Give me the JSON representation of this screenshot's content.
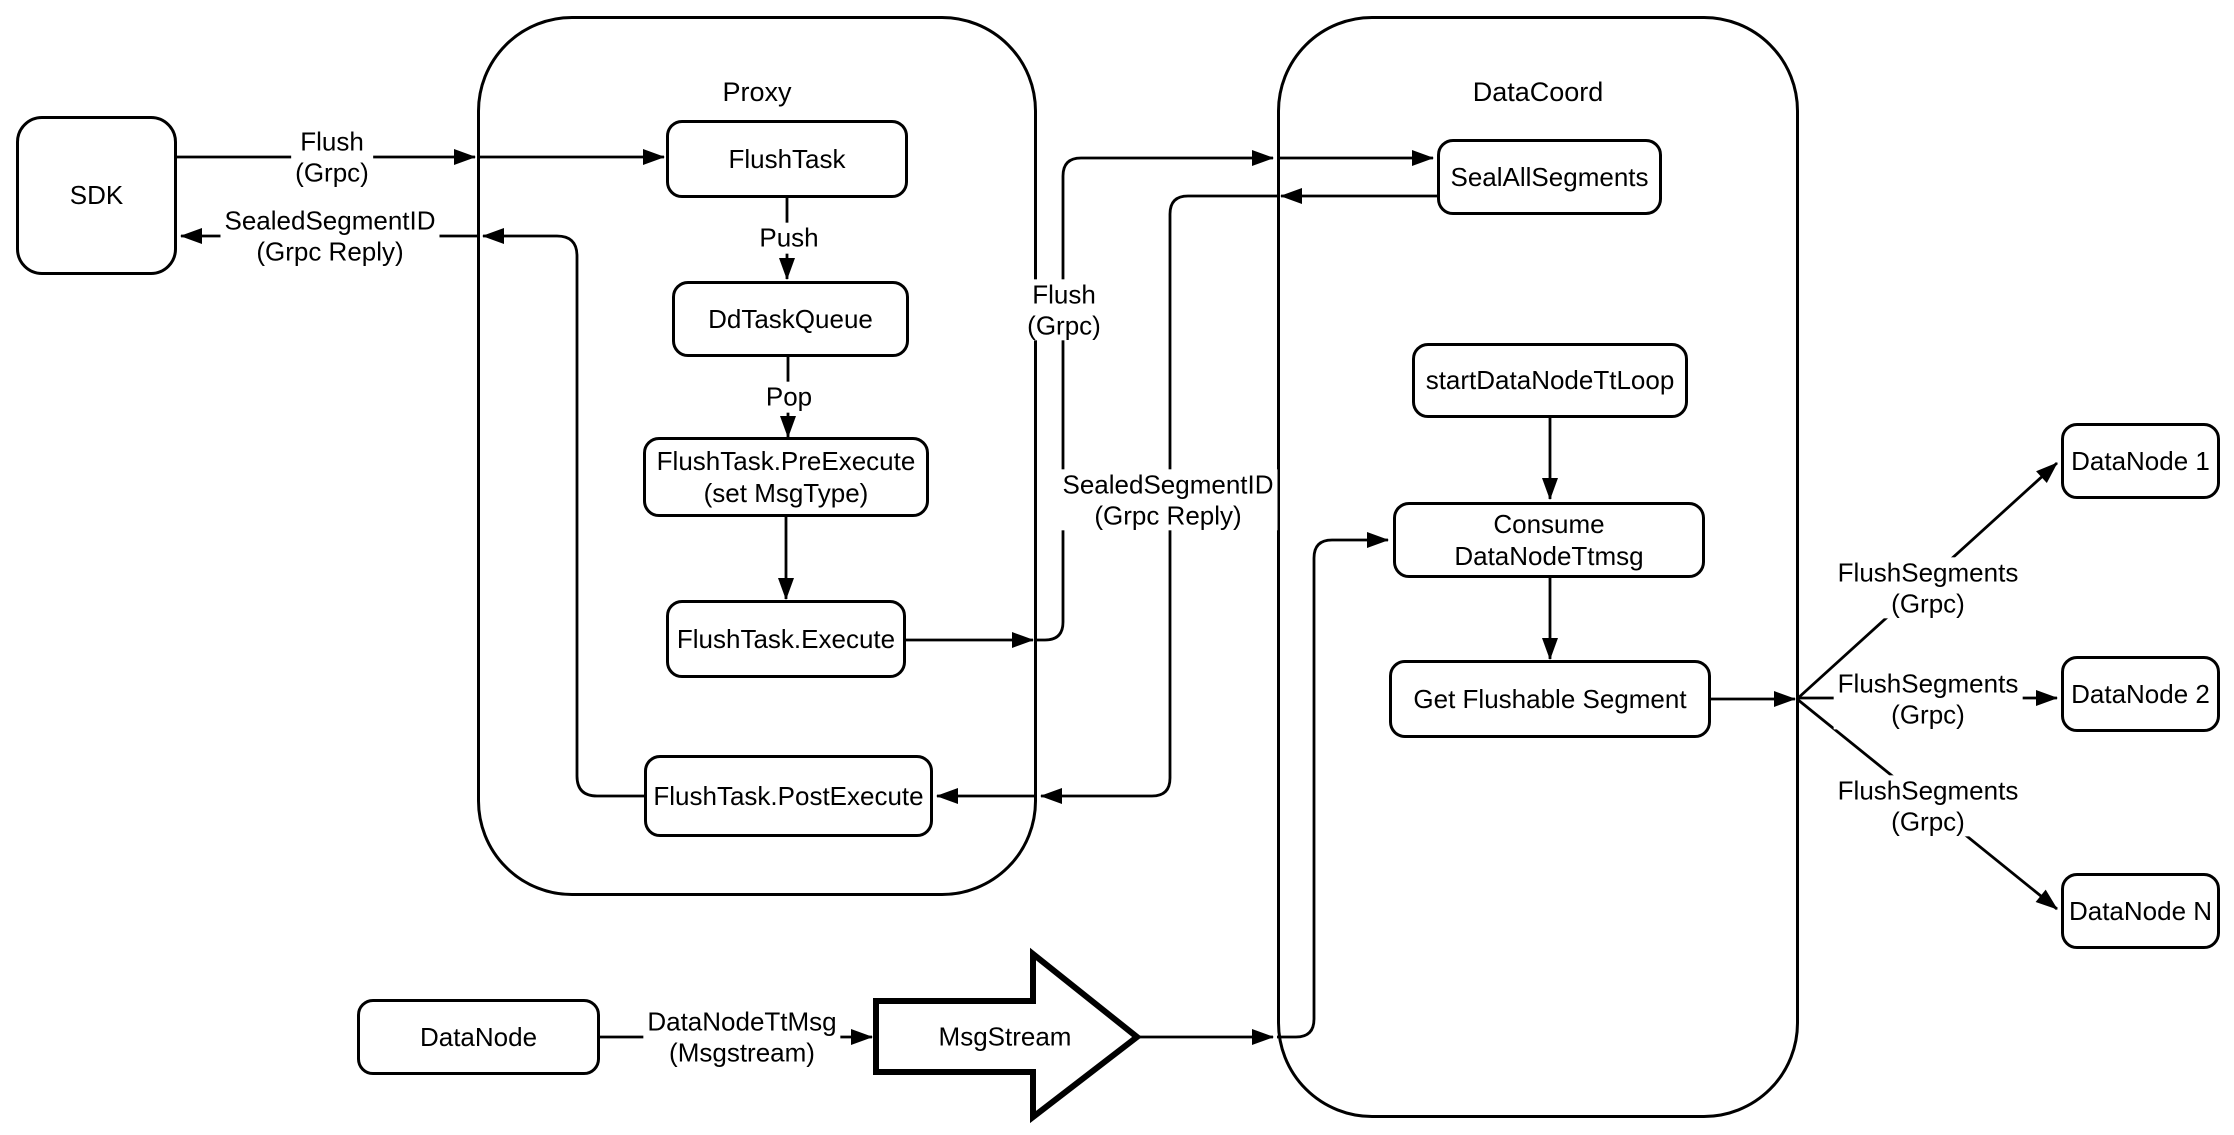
{
  "colors": {
    "stroke": "#000000",
    "background": "#ffffff"
  },
  "containers": {
    "proxy": {
      "label": "Proxy"
    },
    "datacoord": {
      "label": "DataCoord"
    }
  },
  "nodes": {
    "sdk": {
      "label": "SDK"
    },
    "flush_task": {
      "label": "FlushTask"
    },
    "dd_task_queue": {
      "label": "DdTaskQueue"
    },
    "pre_execute": {
      "label": "FlushTask.PreExecute\n(set MsgType)"
    },
    "execute": {
      "label": "FlushTask.Execute"
    },
    "post_execute": {
      "label": "FlushTask.PostExecute"
    },
    "seal_all_segments": {
      "label": "SealAllSegments"
    },
    "start_tt_loop": {
      "label": "startDataNodeTtLoop"
    },
    "consume_ttmsg": {
      "label": "Consume DataNodeTtmsg"
    },
    "get_flushable": {
      "label": "Get Flushable Segment"
    },
    "datanode_1": {
      "label": "DataNode 1"
    },
    "datanode_2": {
      "label": "DataNode 2"
    },
    "datanode_n": {
      "label": "DataNode N"
    },
    "datanode": {
      "label": "DataNode"
    },
    "msgstream": {
      "label": "MsgStream"
    }
  },
  "edge_labels": {
    "sdk_flush": "Flush\n(Grpc)",
    "sdk_reply": "SealedSegmentID\n(Grpc Reply)",
    "push": "Push",
    "pop": "Pop",
    "flush_grpc_mid": "Flush\n(Grpc)",
    "sealed_reply_mid": "SealedSegmentID\n(Grpc Reply)",
    "flush_segments_1": "FlushSegments\n(Grpc)",
    "flush_segments_2": "FlushSegments\n(Grpc)",
    "flush_segments_3": "FlushSegments\n(Grpc)",
    "datanode_ttmsg": "DataNodeTtMsg\n(Msgstream)"
  }
}
